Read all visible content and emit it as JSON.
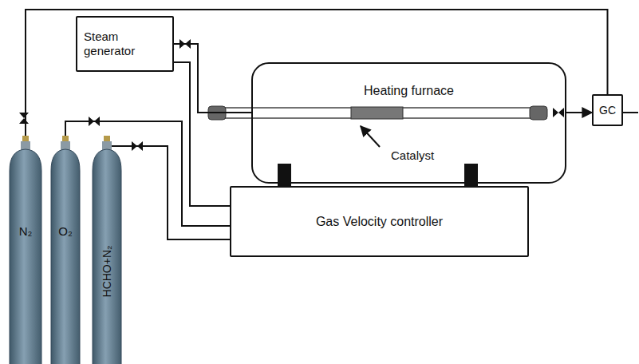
{
  "diagram": {
    "nodes": [
      {
        "text": [
          "Steam generator"
        ]
      },
      {
        "text": [
          "Heating furnace"
        ]
      },
      {
        "text": [
          "GC"
        ]
      },
      {
        "text": [
          "Gas Velocity controller"
        ]
      },
      {
        "text": [
          "N₂"
        ]
      },
      {
        "text": [
          "O₂"
        ]
      },
      {
        "text": [
          "HCHO+N₂"
        ]
      }
    ],
    "edges": [
      {
        "from": 4,
        "to": 2,
        "arrow": "none"
      },
      {
        "from": 5,
        "to": 3,
        "arrow": "none"
      },
      {
        "from": 6,
        "to": 3,
        "arrow": "none"
      },
      {
        "from": 0,
        "to": 3,
        "arrow": "none"
      },
      {
        "from": 0,
        "to": 1,
        "arrow": "none"
      },
      {
        "from": 1,
        "to": 2,
        "arrow": "to"
      }
    ],
    "labels": [
      "Catalyst"
    ]
  }
}
